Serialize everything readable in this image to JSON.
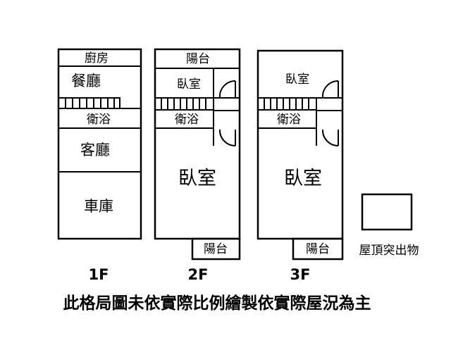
{
  "floors": {
    "f1": {
      "label": "1F",
      "rooms": {
        "kitchen": "廚房",
        "dining": "餐廳",
        "bath": "衛浴",
        "living": "客廳",
        "garage": "車庫"
      }
    },
    "f2": {
      "label": "2F",
      "rooms": {
        "balcony_top": "陽台",
        "bedroom_small": "臥室",
        "bath": "衛浴",
        "bedroom_large": "臥室",
        "balcony_bottom": "陽台"
      }
    },
    "f3": {
      "label": "3F",
      "rooms": {
        "bedroom_small": "臥室",
        "bath": "衛浴",
        "bedroom_large": "臥室",
        "balcony_bottom": "陽台"
      }
    }
  },
  "roof_structure": {
    "label": "屋頂突出物"
  },
  "disclaimer": "此格局圖未依實際比例繪製依實際屋況為主"
}
